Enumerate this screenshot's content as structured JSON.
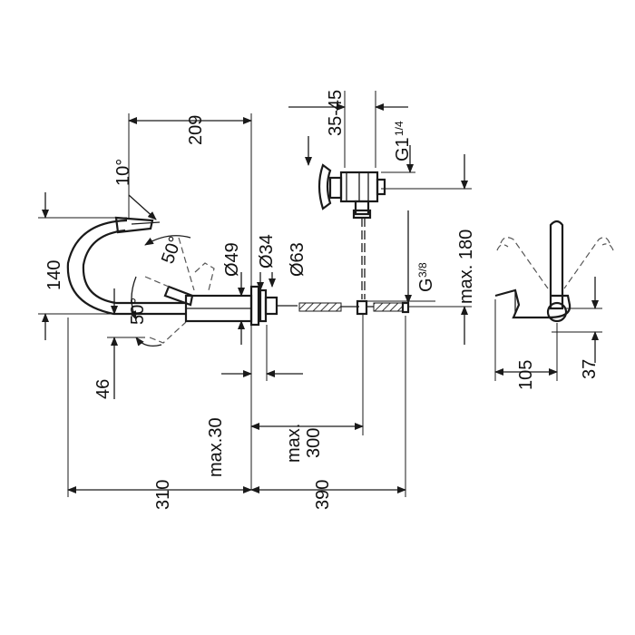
{
  "dimensions": {
    "d209": "209",
    "d10deg": "10°",
    "d50deg_top": "50°",
    "d50deg_side": "50°",
    "d140": "140",
    "d46": "46",
    "dia49": "Ø49",
    "dia34": "Ø34",
    "dia63": "Ø63",
    "d35_45": "35-45",
    "g1_main": "G1",
    "g1_frac": "1/4",
    "g38_main": "G",
    "g38_frac": "3/8",
    "max180": "max. 180",
    "max30": "max.30",
    "max300_a": "max.",
    "max300_b": "300",
    "d310": "310",
    "d390": "390",
    "d105": "105",
    "d37": "37"
  },
  "colors": {
    "line": "#1a1a1a",
    "hatch": "#333333",
    "background": "#ffffff"
  }
}
